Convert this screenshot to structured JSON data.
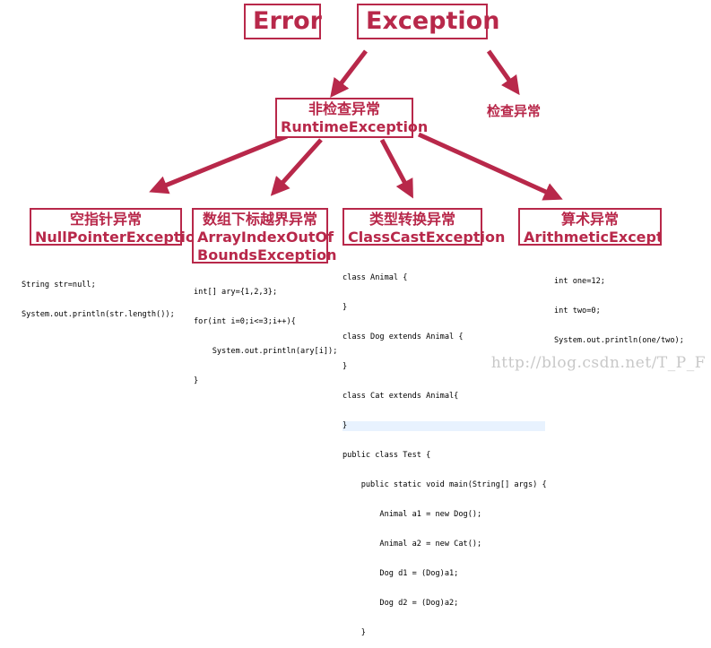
{
  "top": {
    "error": "Error",
    "exception": "Exception"
  },
  "runtime": {
    "cn": "非检查异常",
    "en": "RuntimeException"
  },
  "checked": {
    "label": "检查异常"
  },
  "children": [
    {
      "cn": "空指针异常",
      "en": "NullPointerException"
    },
    {
      "cn": "数组下标越界异常",
      "en1": "ArrayIndexOutOf",
      "en2": "BoundsException"
    },
    {
      "cn": "类型转换异常",
      "en": "ClassCastException"
    },
    {
      "cn": "算术异常",
      "en": "ArithmeticException"
    }
  ],
  "code_npe": [
    "String str=null;",
    "System.out.println(str.length());"
  ],
  "code_aio": [
    "int[] ary={1,2,3};",
    "for(int i=0;i<=3;i++){",
    "    System.out.println(ary[i]);",
    "}"
  ],
  "code_cce": [
    "class Animal {",
    "}",
    "class Dog extends Animal {",
    "}",
    "class Cat extends Animal{",
    "}",
    "public class Test {",
    "    public static void main(String[] args) {",
    "        Animal a1 = new Dog();",
    "        Animal a2 = new Cat();",
    "        Dog d1 = (Dog)a1;",
    "        Dog d2 = (Dog)a2;",
    "    }"
  ],
  "code_arith": [
    "int one=12;",
    "int two=0;",
    "System.out.println(one/two);"
  ],
  "watermark": "http://blog.csdn.net/T_P_F",
  "colors": {
    "accent": "#b8284a"
  }
}
